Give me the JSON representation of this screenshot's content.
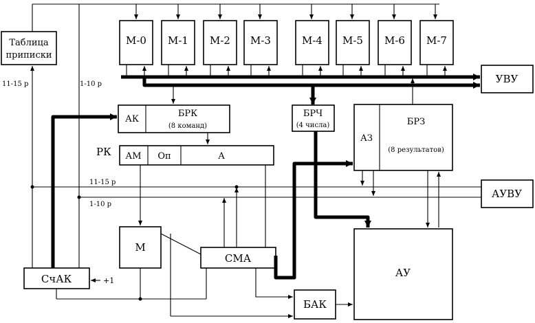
{
  "modules": [
    "М-0",
    "М-1",
    "М-2",
    "М-3",
    "М-4",
    "М-5",
    "М-6",
    "М-7"
  ],
  "blocks": {
    "page_table": [
      "Таблица",
      "приписки"
    ],
    "uvu": "УВУ",
    "auvu": "АУВУ",
    "ak": "АК",
    "brk": "БРК",
    "brk_sub": "(8 команд)",
    "brch": "БРЧ",
    "brch_sub": "(4 числа)",
    "az": "АЗ",
    "brz": "БРЗ",
    "brz_sub": "(8 результатов)",
    "rk": "РК",
    "am": "АМ",
    "op": "Оп",
    "a": "А",
    "m": "М",
    "sma": "СМА",
    "schak": "СчАК",
    "plus_one": "+1",
    "bak": "БАК",
    "au": "АУ"
  },
  "bus_labels": {
    "left_11_15": "11-15 р",
    "left_1_10": "1-10 р",
    "mid_11_15": "11-15 р",
    "mid_1_10": "1-10 р"
  }
}
